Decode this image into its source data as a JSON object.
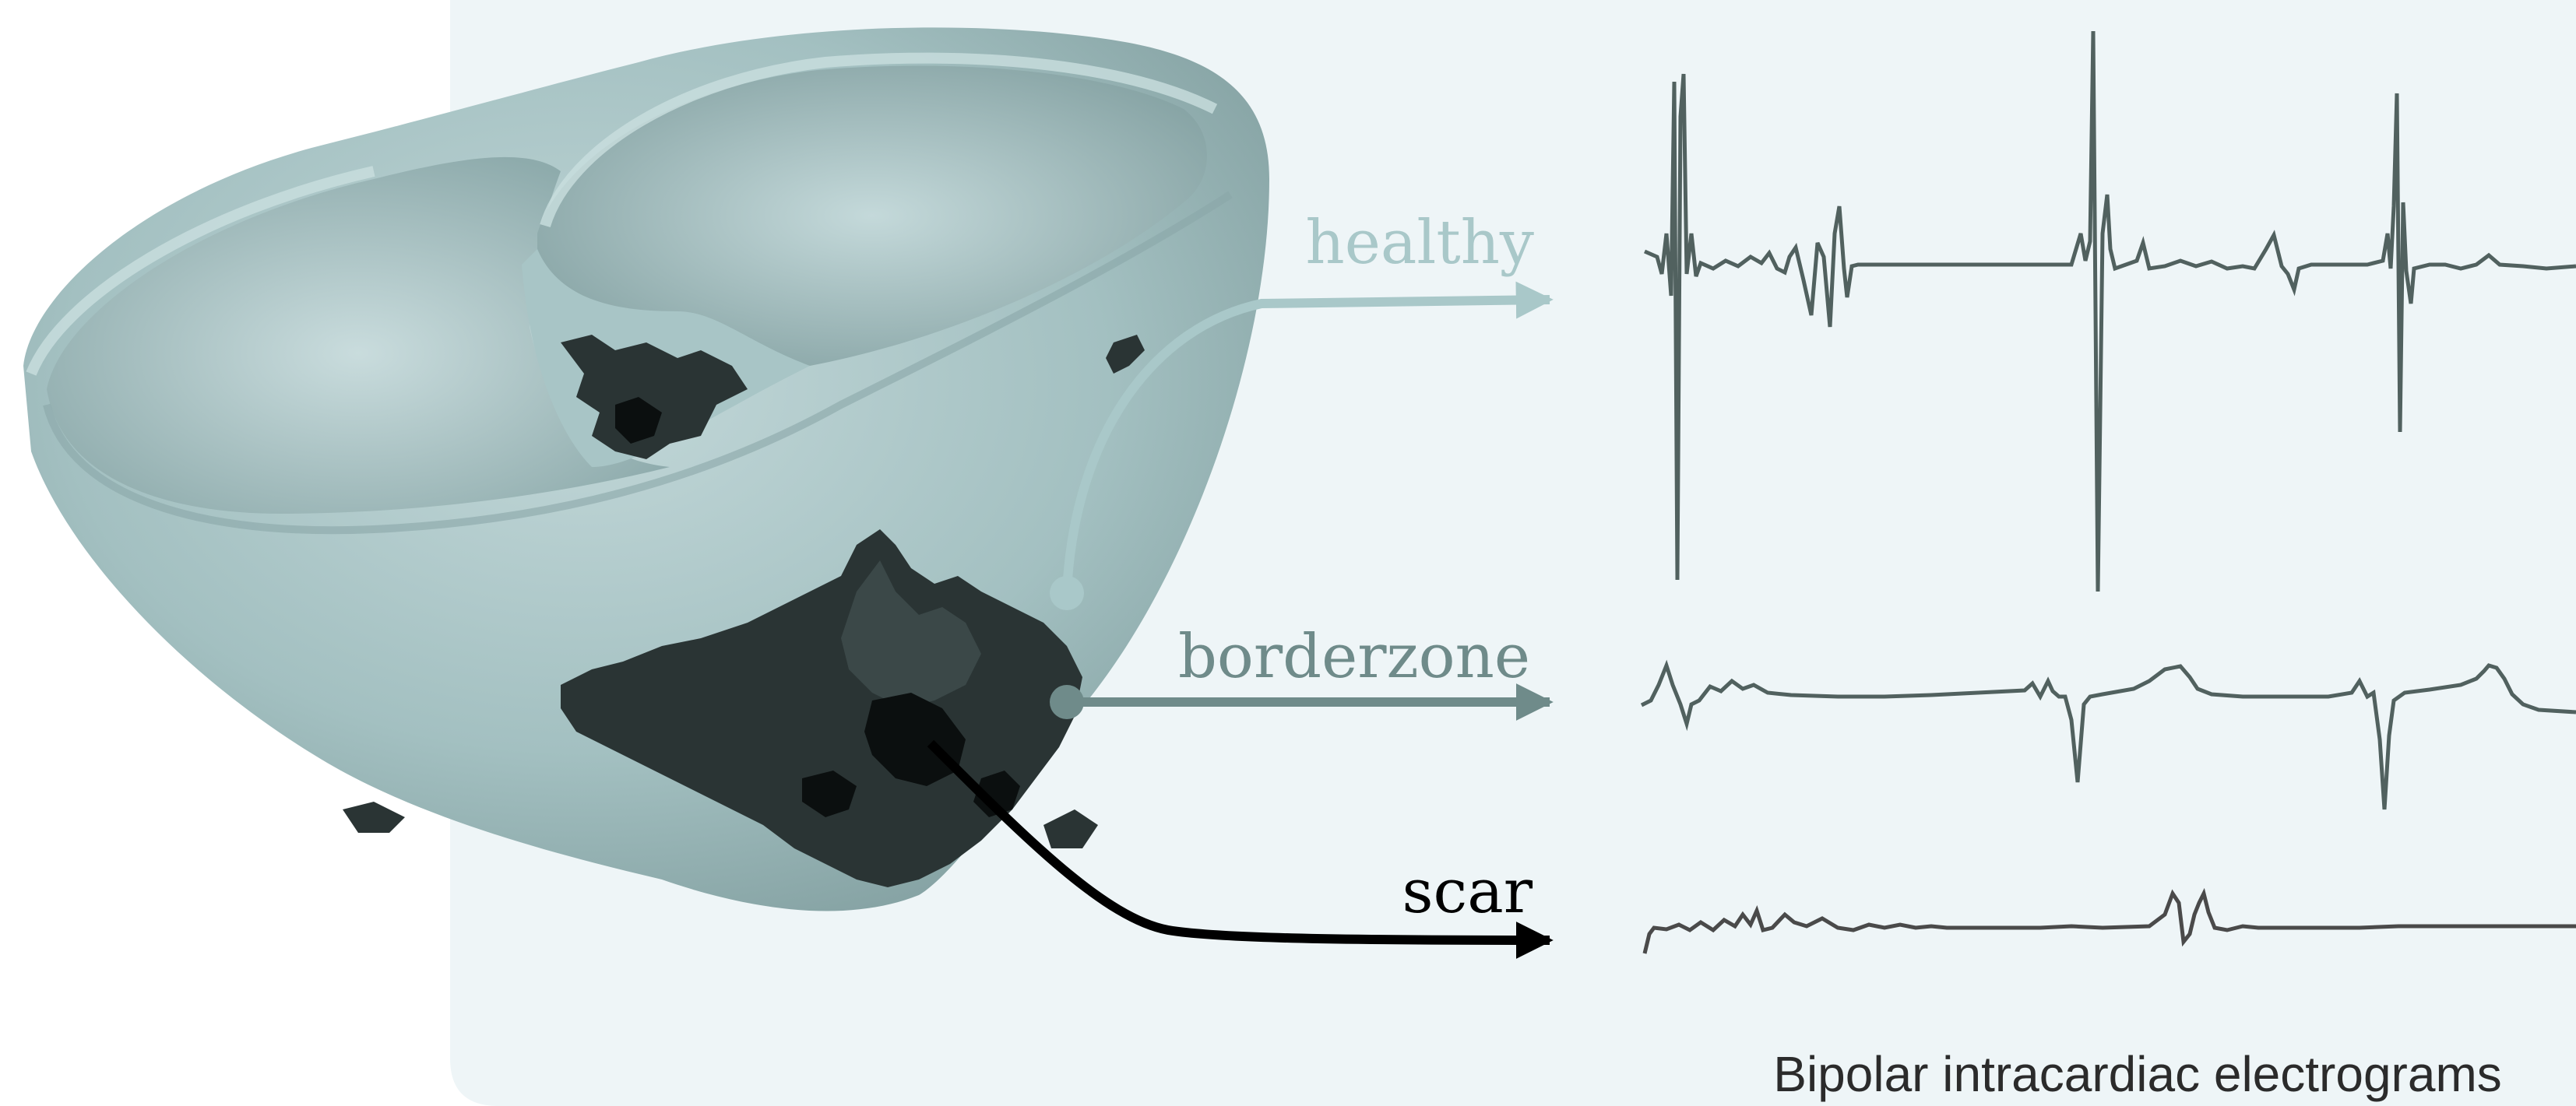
{
  "diagram": {
    "caption": "Bipolar intracardiac electrograms",
    "tissues": [
      {
        "key": "healthy",
        "label": "healthy",
        "color": "#a9c8c9"
      },
      {
        "key": "borderzone",
        "label": "borderzone",
        "color": "#6f8b8a"
      },
      {
        "key": "scar",
        "label": "scar",
        "color": "#000000"
      }
    ],
    "colors": {
      "panel": "#eef5f7",
      "heart": "#9fbdbe",
      "heart_shadow": "#7f9c9d",
      "heart_highlight": "#c7dcdd",
      "scar_dark": "#2a3434",
      "scar_core": "#0b0f0f",
      "trace": "#51615f",
      "trace_scar": "#4a4a4a",
      "caption": "#2b2b2b"
    }
  }
}
